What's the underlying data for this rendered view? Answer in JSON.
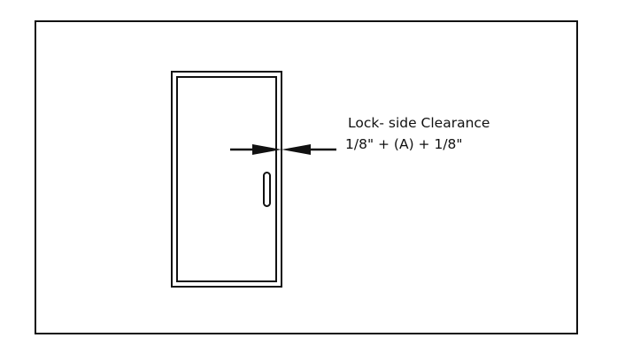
{
  "diagram": {
    "title_label": "Lock- side Clearance",
    "formula_label": "1/8\" + (A) + 1/8\"",
    "colors": {
      "line": "#111111",
      "background": "#ffffff"
    },
    "elements": {
      "door": "door-panel",
      "handle": "door-handle",
      "arrows": [
        "left-dimension-arrow",
        "right-dimension-arrow"
      ]
    }
  }
}
